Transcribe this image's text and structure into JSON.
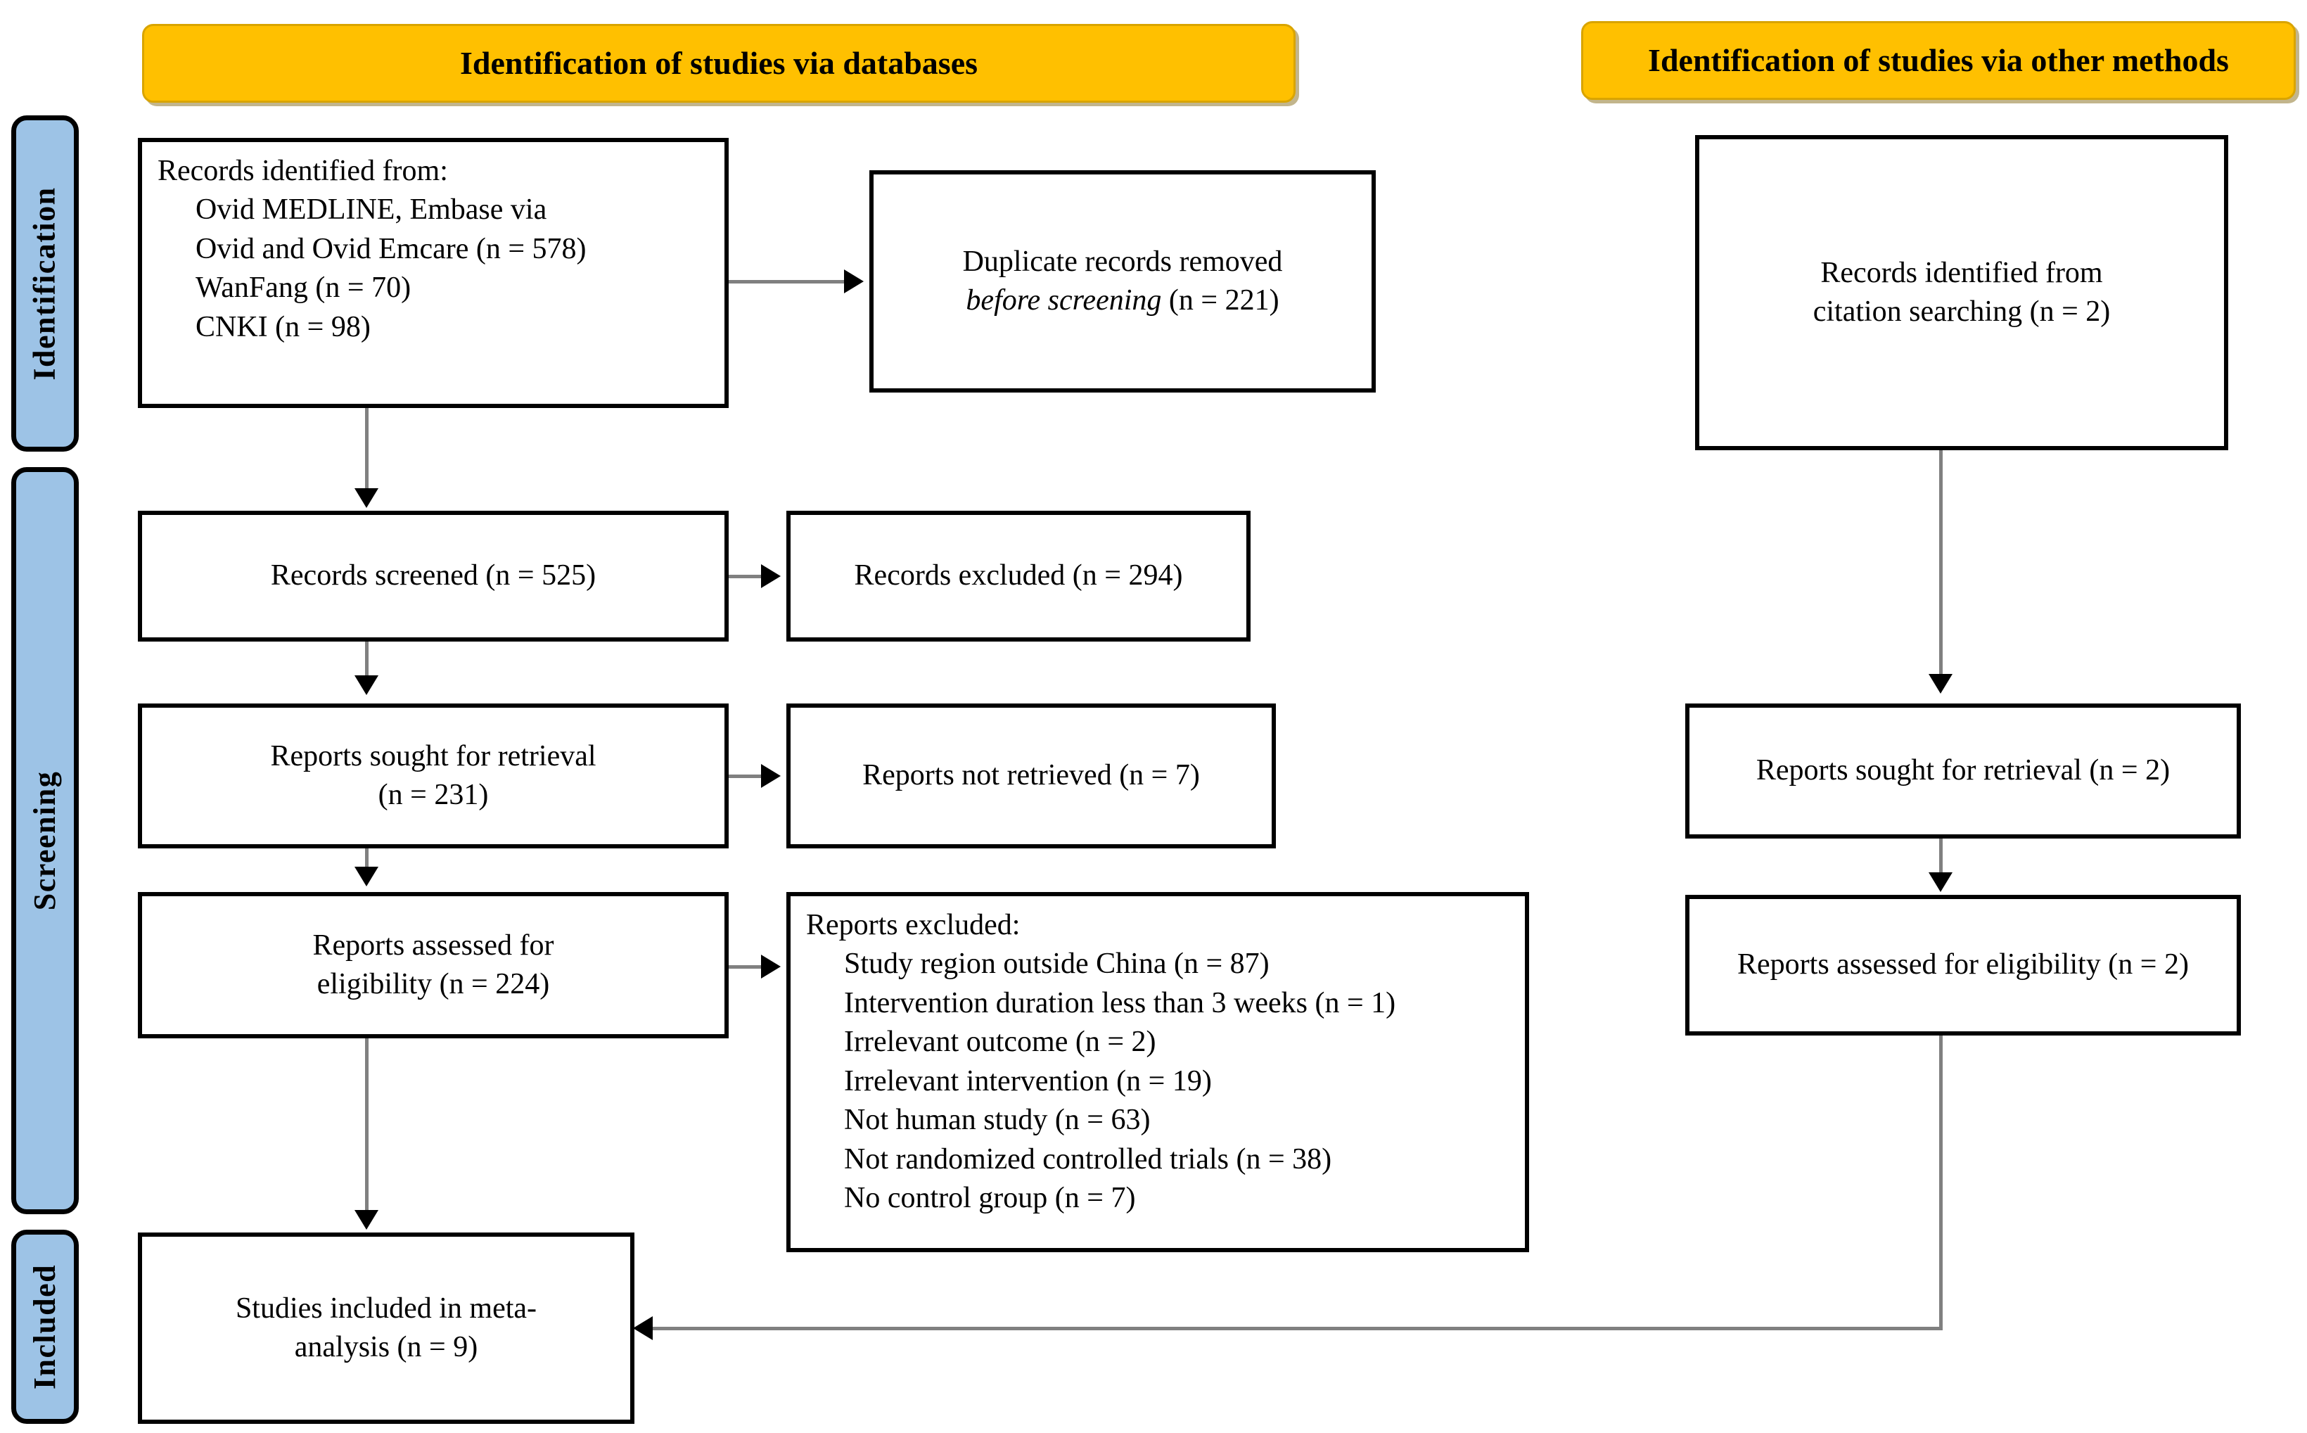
{
  "diagram": {
    "title": "PRISMA 2020 flow diagram",
    "colors": {
      "phase_bar_fill": "#9DC3E6",
      "section_header_fill": "#FFC000",
      "box_border": "#000000",
      "connector": "#808080",
      "background": "#FFFFFF"
    }
  },
  "phases": [
    {
      "id": "identification",
      "label": "Identification"
    },
    {
      "id": "screening",
      "label": "Screening"
    },
    {
      "id": "included",
      "label": "Included"
    }
  ],
  "section_headers": [
    {
      "id": "databases",
      "label": "Identification of studies via databases"
    },
    {
      "id": "other-methods",
      "label": "Identification of studies via other methods"
    }
  ],
  "database_column": {
    "records_identified": {
      "heading": "Records identified from:",
      "sources": [
        {
          "name": "Ovid MEDLINE, Embase via Ovid and Ovid Emcare",
          "n": 578,
          "text": "Ovid MEDLINE, Embase via"
        },
        {
          "name": "Ovid and Ovid Emcare",
          "n": 578,
          "text": "Ovid and Ovid Emcare (n = 578)"
        },
        {
          "name": "WanFang",
          "n": 70,
          "text": "WanFang (n = 70)"
        },
        {
          "name": "CNKI",
          "n": 98,
          "text": "CNKI (n = 98)"
        }
      ]
    },
    "duplicates_removed": {
      "line1": "Duplicate records removed",
      "line2_italic": "before screening",
      "line2_rest": " (n = 221)",
      "n": 221
    },
    "records_screened": {
      "text": "Records screened (n = 525)",
      "n": 525
    },
    "records_excluded": {
      "text": "Records excluded (n = 294)",
      "n": 294
    },
    "reports_sought": {
      "line1": "Reports sought for retrieval",
      "line2": "(n = 231)",
      "n": 231
    },
    "reports_not_retrieved": {
      "text": "Reports not retrieved (n = 7)",
      "n": 7
    },
    "reports_assessed": {
      "line1": "Reports assessed for",
      "line2": "eligibility (n = 224)",
      "n": 224
    },
    "reports_excluded": {
      "heading": "Reports excluded:",
      "reasons": [
        {
          "reason": "Study region outside China",
          "n": 87,
          "text": "Study region outside China (n = 87)"
        },
        {
          "reason": "Intervention duration less than 3 weeks",
          "n": 1,
          "text": "Intervention duration less than 3 weeks (n = 1)"
        },
        {
          "reason": "Irrelevant outcome",
          "n": 2,
          "text": "Irrelevant outcome (n = 2)"
        },
        {
          "reason": "Irrelevant intervention",
          "n": 19,
          "text": "Irrelevant intervention (n = 19)"
        },
        {
          "reason": "Not human study",
          "n": 63,
          "text": "Not human study (n = 63)"
        },
        {
          "reason": "Not randomized controlled trials",
          "n": 38,
          "text": "Not randomized controlled trials (n = 38)"
        },
        {
          "reason": "No control group",
          "n": 7,
          "text": "No control group (n = 7)"
        }
      ]
    },
    "studies_included": {
      "line1": "Studies included in meta-",
      "line2": "analysis (n = 9)",
      "n": 9
    }
  },
  "other_methods_column": {
    "records_identified_citation": {
      "line1": "Records identified from",
      "line2": "citation searching (n = 2)",
      "n": 2
    },
    "reports_sought": {
      "text": "Reports sought for retrieval (n = 2)",
      "n": 2
    },
    "reports_assessed": {
      "text": "Reports assessed for eligibility (n = 2)",
      "n": 2
    }
  }
}
